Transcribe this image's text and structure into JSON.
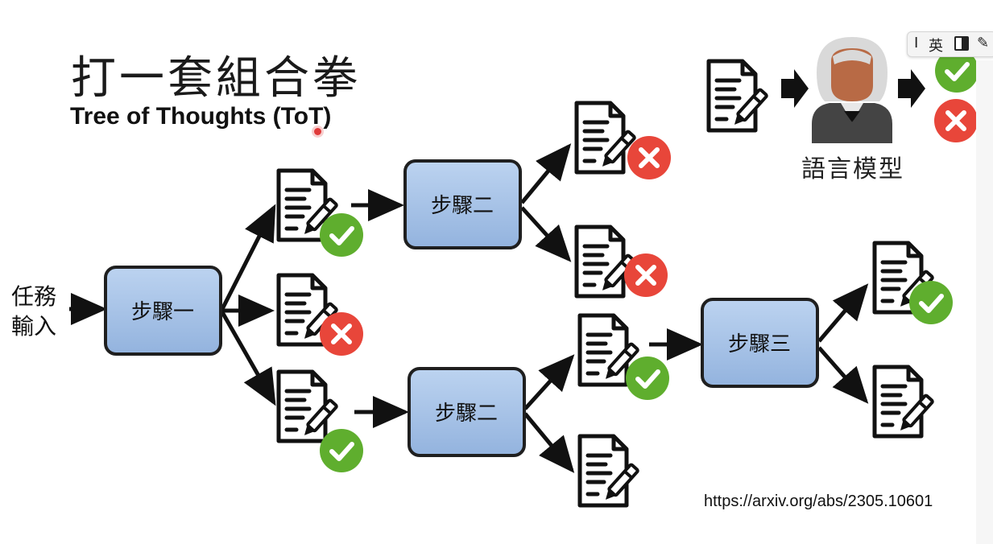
{
  "slide": {
    "title": "打一套組合拳",
    "subtitle": "Tree of Thoughts (ToT)",
    "input_label_line1": "任務",
    "input_label_line2": "輸入",
    "reference_url": "https://arxiv.org/abs/2305.10601",
    "language_model_label": "語言模型"
  },
  "steps": {
    "step1": "步驟一",
    "step2_top": "步驟二",
    "step2_bottom": "步驟二",
    "step3": "步驟三"
  },
  "ime_toolbar": {
    "grip": "I",
    "language_toggle": "英"
  },
  "colors": {
    "step_box_fill": "#a9c4e8",
    "step_box_border": "#1f1f1f",
    "check_green": "#5fae2e",
    "cross_red": "#e8463a"
  }
}
